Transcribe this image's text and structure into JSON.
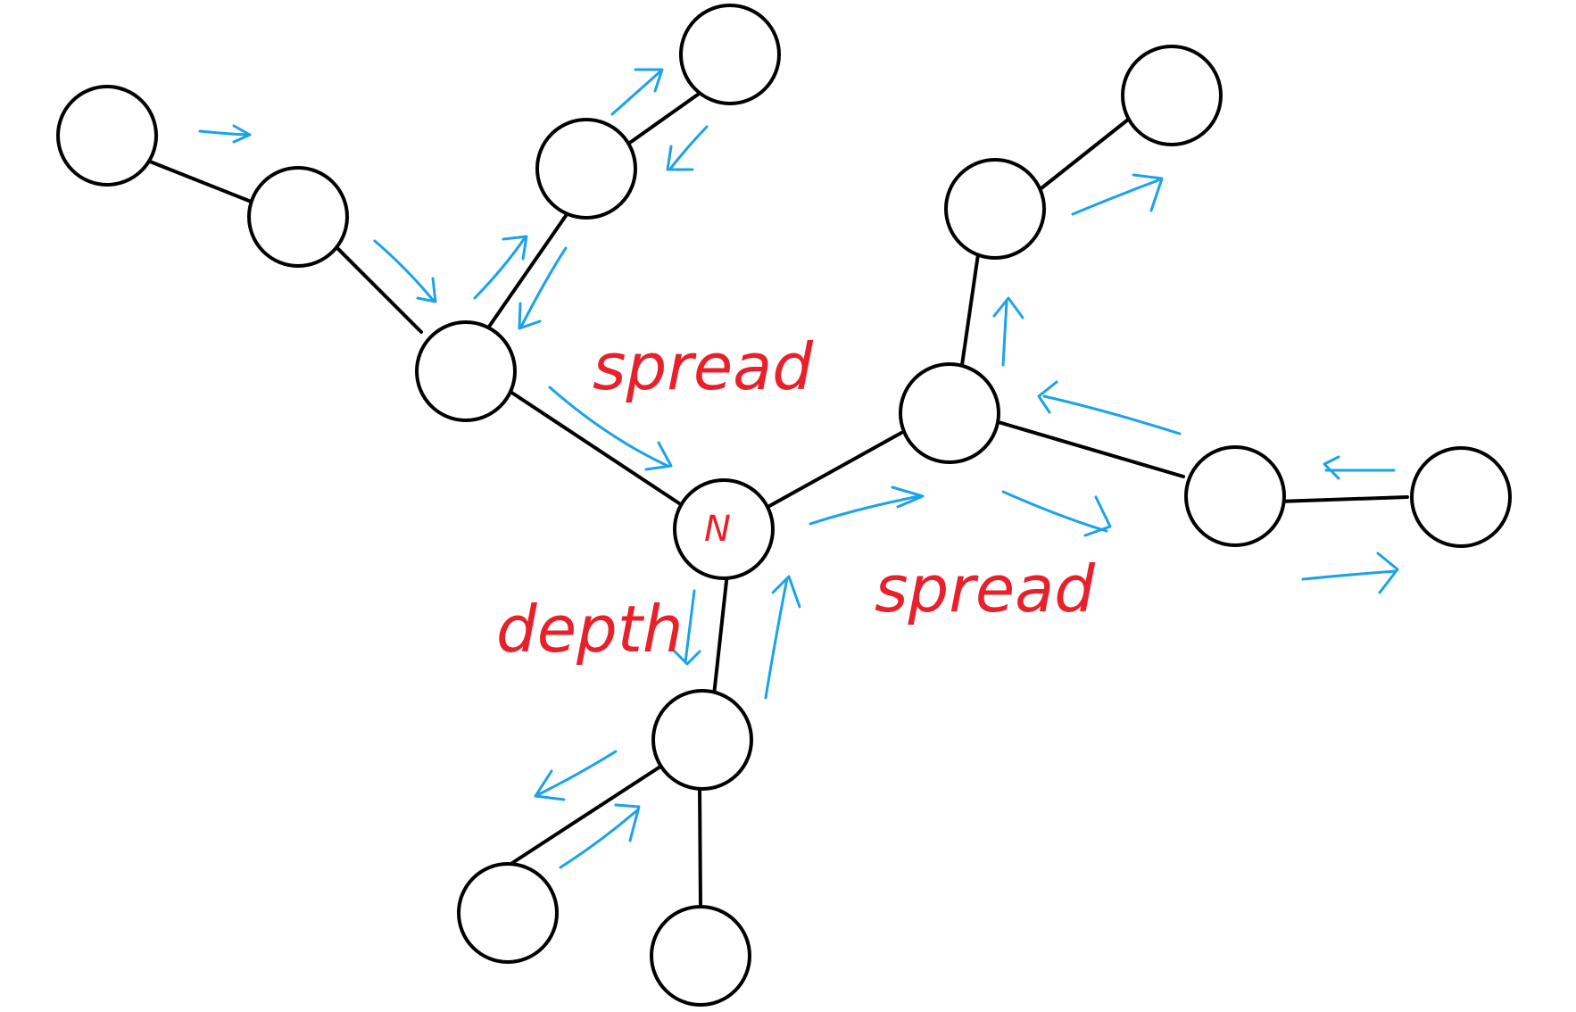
{
  "diagram": {
    "colors": {
      "node_stroke": "#000000",
      "edge": "#000000",
      "arrow": "#1aa3e8",
      "annotation": "#e8202a"
    },
    "center_node_label": "N",
    "annotations": {
      "spread_upper": "spread",
      "spread_lower": "spread",
      "depth": "depth"
    }
  }
}
